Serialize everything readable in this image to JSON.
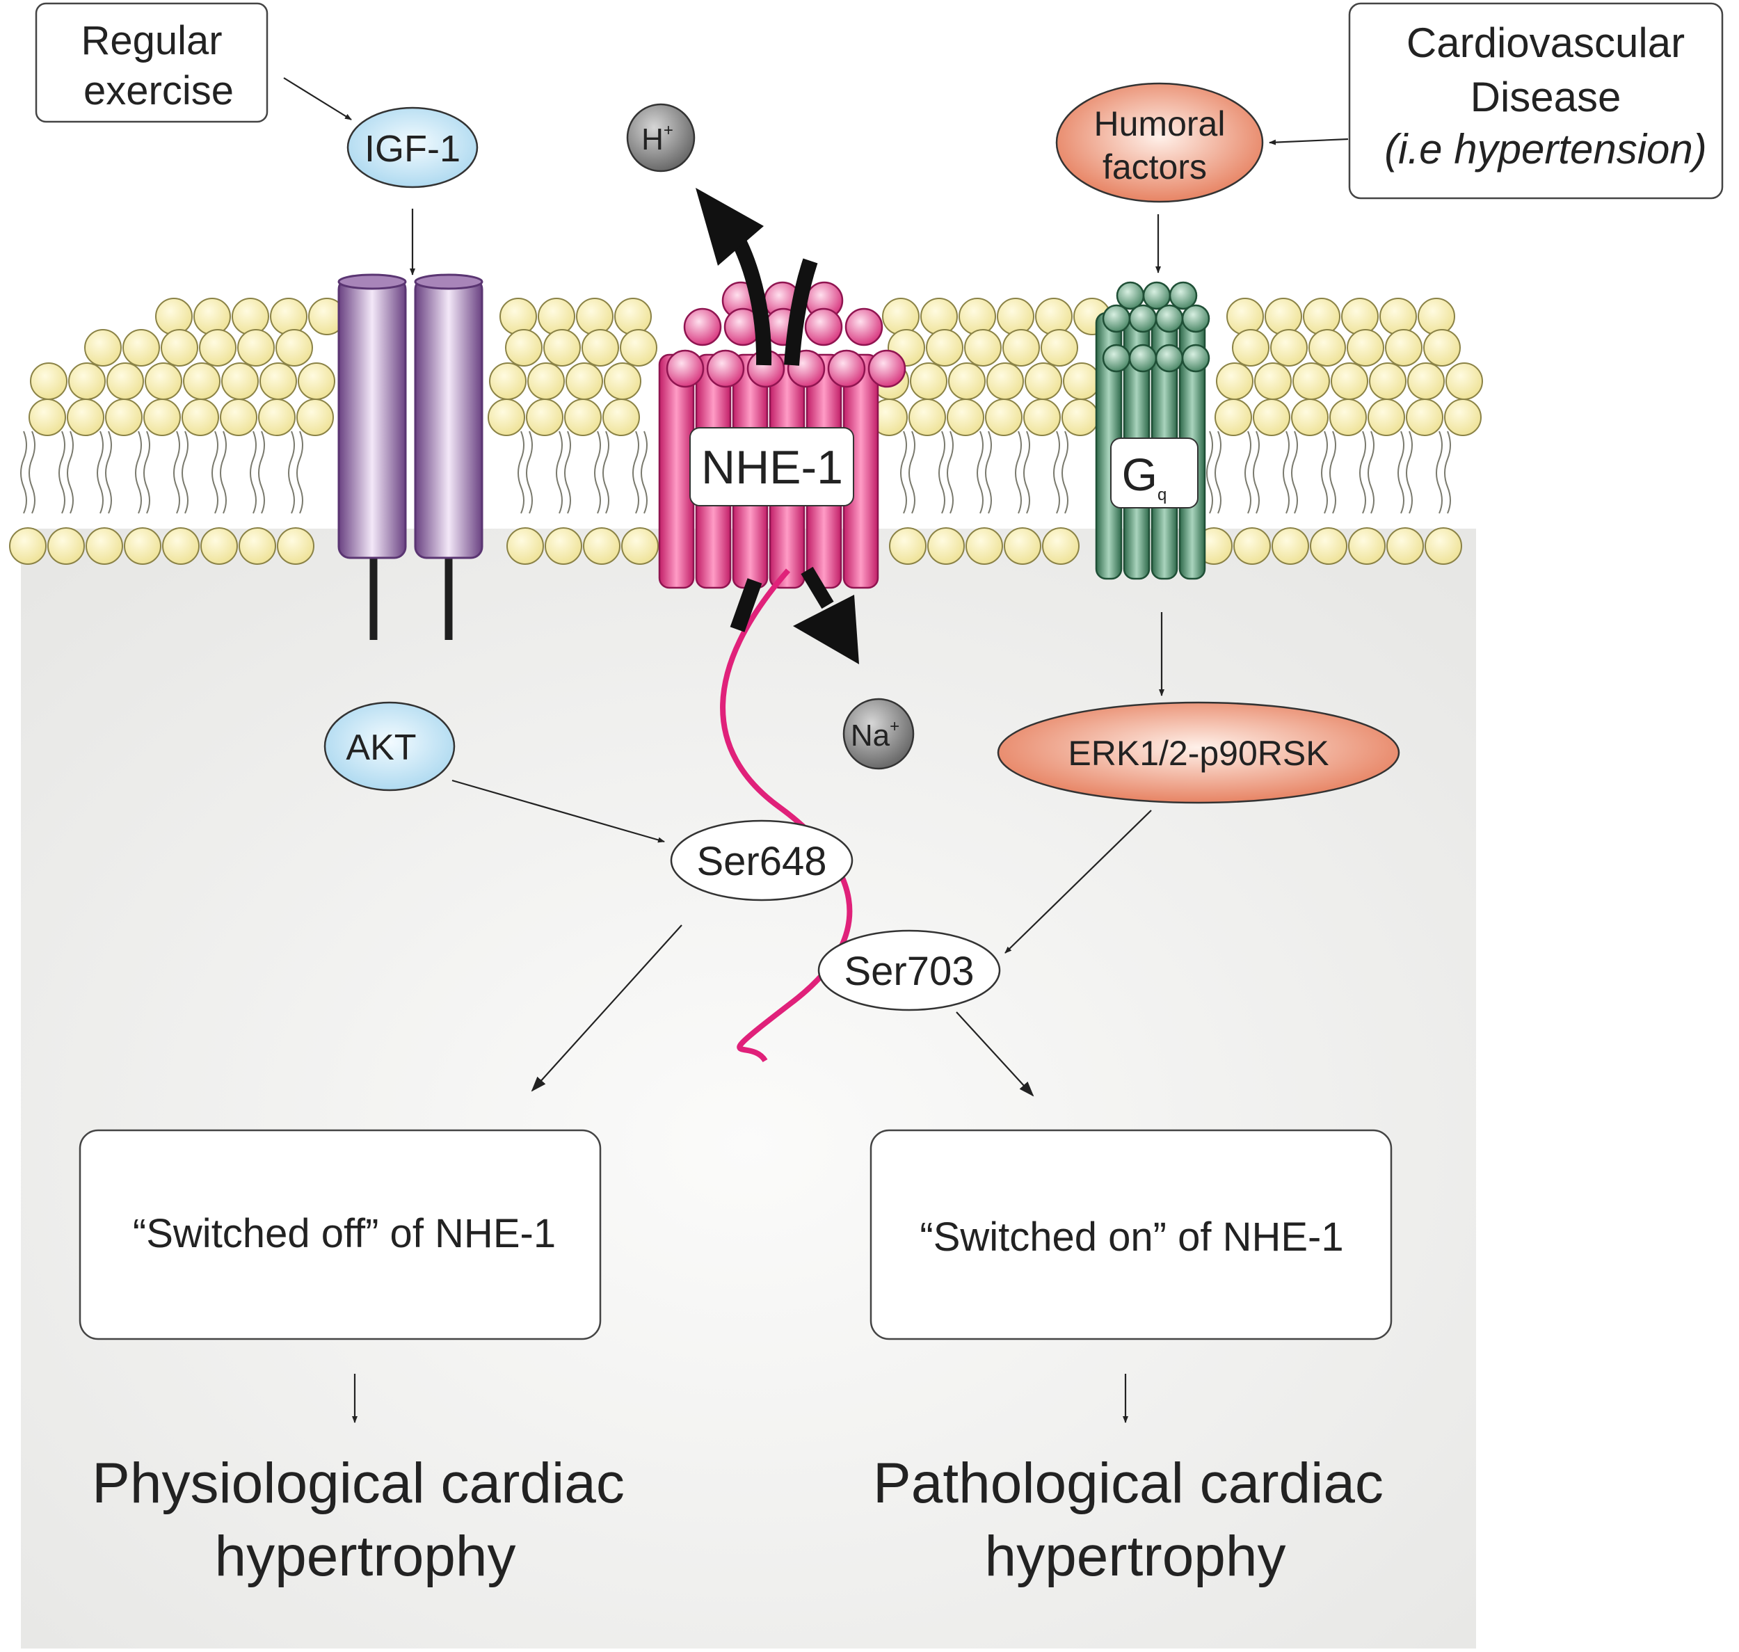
{
  "boxes": {
    "regular_exercise": [
      "Regular",
      "exercise"
    ],
    "cardiovascular_disease": [
      "Cardiovascular",
      "Disease",
      "(i.e hypertension)"
    ],
    "switched_off": "“Switched off” of NHE-1",
    "switched_on": "“Switched on” of NHE-1"
  },
  "nodes": {
    "igf1": "IGF-1",
    "humoral": [
      "Humoral",
      "factors"
    ],
    "h_ion": "H",
    "h_charge": "+",
    "na_ion": "Na",
    "na_charge": "+",
    "nhe1": "NHE-1",
    "gq": "G",
    "gq_sub": "q",
    "akt": "AKT",
    "erk": "ERK1/2-p90RSK",
    "ser648": "Ser648",
    "ser703": "Ser703"
  },
  "outcomes": {
    "physiological": [
      "Physiological cardiac",
      "hypertrophy"
    ],
    "pathological": [
      "Pathological cardiac",
      "hypertrophy"
    ]
  },
  "colors": {
    "lipid_head": "#f5ecaa",
    "lipid_stroke": "#8a8246",
    "igf_receptor": "#8e62a3",
    "nhe1": "#de3c84",
    "gq": "#4f8a6a",
    "blue_node": "#b4dcf1",
    "orange_node": "#ec8c6c",
    "ion": "#8a8a8a",
    "tail": "#e0217a",
    "cytoplasm": "#efefed"
  }
}
